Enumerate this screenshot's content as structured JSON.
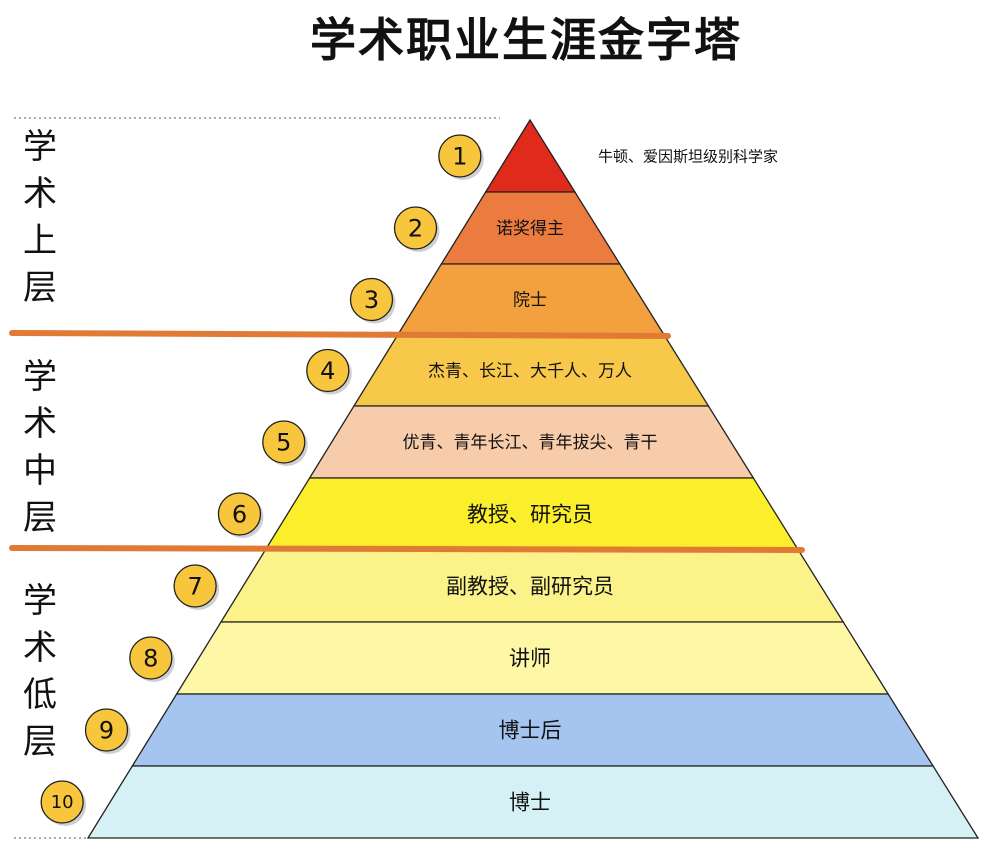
{
  "title": "学术职业生涯金字塔",
  "layers": [
    {
      "label": "学术上层"
    },
    {
      "label": "学术中层"
    },
    {
      "label": "学术低层"
    }
  ],
  "levels": [
    {
      "rank": "1",
      "text": "牛顿、爱因斯坦级别科学家",
      "color": "#e02b1c"
    },
    {
      "rank": "2",
      "text": "诺奖得主",
      "color": "#ec7b3f"
    },
    {
      "rank": "3",
      "text": "院士",
      "color": "#f3a03f"
    },
    {
      "rank": "4",
      "text": "杰青、长江、大千人、万人",
      "color": "#f8c84a"
    },
    {
      "rank": "5",
      "text": "优青、青年长江、青年拔尖、青干",
      "color": "#f6ccaa"
    },
    {
      "rank": "6",
      "text": "教授、研究员",
      "color": "#fbee2a"
    },
    {
      "rank": "7",
      "text": "副教授、副研究员",
      "color": "#fbf289"
    },
    {
      "rank": "8",
      "text": "讲师",
      "color": "#fdf7a6"
    },
    {
      "rank": "9",
      "text": "博士后",
      "color": "#a5c4f0"
    },
    {
      "rank": "10",
      "text": "博士",
      "color": "#d5f1f6"
    }
  ],
  "colors": {
    "divider": "#e07a35",
    "badge_fill": "#f8c63c",
    "badge_stroke": "#222222",
    "outline": "#222222"
  }
}
